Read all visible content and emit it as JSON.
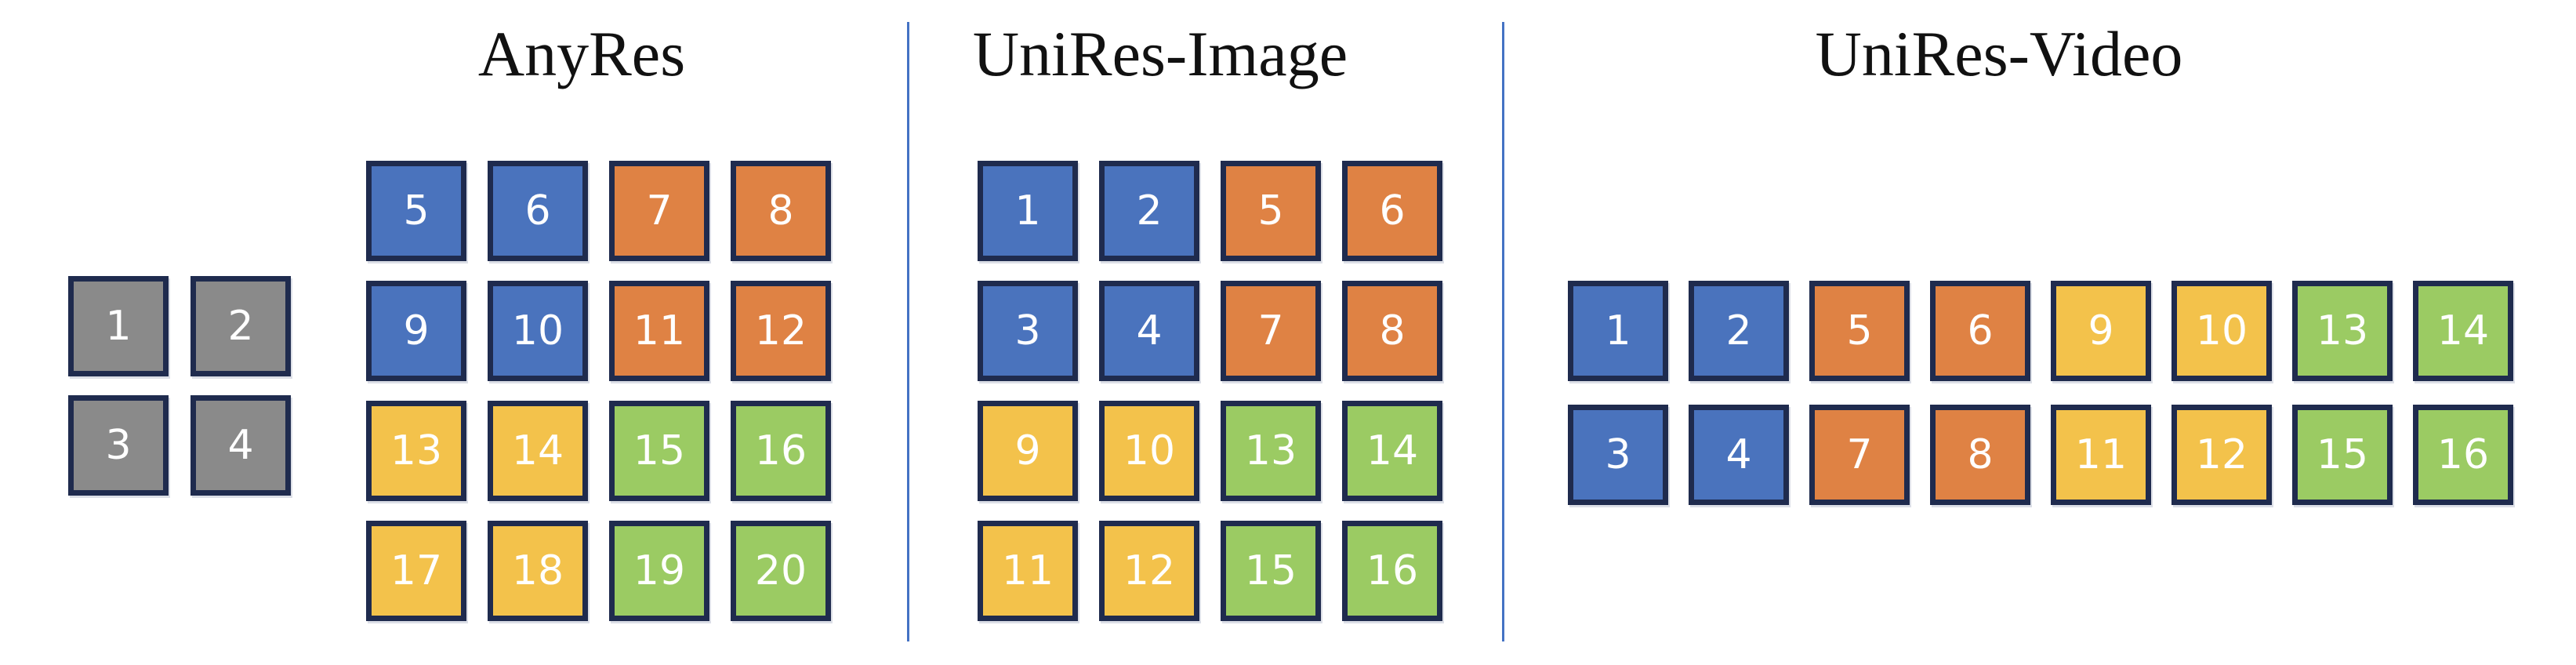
{
  "colors": {
    "blue": "#4A73BD",
    "orange": "#DF8244",
    "yellow": "#F3C24B",
    "green": "#9BCB63",
    "gray": "#8A8A8A",
    "tile_border": "#1F2B4E",
    "divider": "#4472C4",
    "tile_text": "#FFFFFF",
    "title_text": "#111111"
  },
  "input_patches": {
    "grid": {
      "rows": 2,
      "cols": 2
    },
    "tiles": [
      {
        "n": "1",
        "c": "gray"
      },
      {
        "n": "2",
        "c": "gray"
      },
      {
        "n": "3",
        "c": "gray"
      },
      {
        "n": "4",
        "c": "gray"
      }
    ]
  },
  "panels": [
    {
      "title": "AnyRes",
      "grid": {
        "rows": 4,
        "cols": 4
      },
      "tiles": [
        {
          "n": "5",
          "c": "blue"
        },
        {
          "n": "6",
          "c": "blue"
        },
        {
          "n": "7",
          "c": "orange"
        },
        {
          "n": "8",
          "c": "orange"
        },
        {
          "n": "9",
          "c": "blue"
        },
        {
          "n": "10",
          "c": "blue"
        },
        {
          "n": "11",
          "c": "orange"
        },
        {
          "n": "12",
          "c": "orange"
        },
        {
          "n": "13",
          "c": "yellow"
        },
        {
          "n": "14",
          "c": "yellow"
        },
        {
          "n": "15",
          "c": "green"
        },
        {
          "n": "16",
          "c": "green"
        },
        {
          "n": "17",
          "c": "yellow"
        },
        {
          "n": "18",
          "c": "yellow"
        },
        {
          "n": "19",
          "c": "green"
        },
        {
          "n": "20",
          "c": "green"
        }
      ]
    },
    {
      "title": "UniRes-Image",
      "grid": {
        "rows": 4,
        "cols": 4
      },
      "tiles": [
        {
          "n": "1",
          "c": "blue"
        },
        {
          "n": "2",
          "c": "blue"
        },
        {
          "n": "5",
          "c": "orange"
        },
        {
          "n": "6",
          "c": "orange"
        },
        {
          "n": "3",
          "c": "blue"
        },
        {
          "n": "4",
          "c": "blue"
        },
        {
          "n": "7",
          "c": "orange"
        },
        {
          "n": "8",
          "c": "orange"
        },
        {
          "n": "9",
          "c": "yellow"
        },
        {
          "n": "10",
          "c": "yellow"
        },
        {
          "n": "13",
          "c": "green"
        },
        {
          "n": "14",
          "c": "green"
        },
        {
          "n": "11",
          "c": "yellow"
        },
        {
          "n": "12",
          "c": "yellow"
        },
        {
          "n": "15",
          "c": "green"
        },
        {
          "n": "16",
          "c": "green"
        }
      ]
    },
    {
      "title": "UniRes-Video",
      "grid": {
        "rows": 2,
        "cols": 8
      },
      "tiles": [
        {
          "n": "1",
          "c": "blue"
        },
        {
          "n": "2",
          "c": "blue"
        },
        {
          "n": "5",
          "c": "orange"
        },
        {
          "n": "6",
          "c": "orange"
        },
        {
          "n": "9",
          "c": "yellow"
        },
        {
          "n": "10",
          "c": "yellow"
        },
        {
          "n": "13",
          "c": "green"
        },
        {
          "n": "14",
          "c": "green"
        },
        {
          "n": "3",
          "c": "blue"
        },
        {
          "n": "4",
          "c": "blue"
        },
        {
          "n": "7",
          "c": "orange"
        },
        {
          "n": "8",
          "c": "orange"
        },
        {
          "n": "11",
          "c": "yellow"
        },
        {
          "n": "12",
          "c": "yellow"
        },
        {
          "n": "15",
          "c": "green"
        },
        {
          "n": "16",
          "c": "green"
        }
      ]
    }
  ]
}
